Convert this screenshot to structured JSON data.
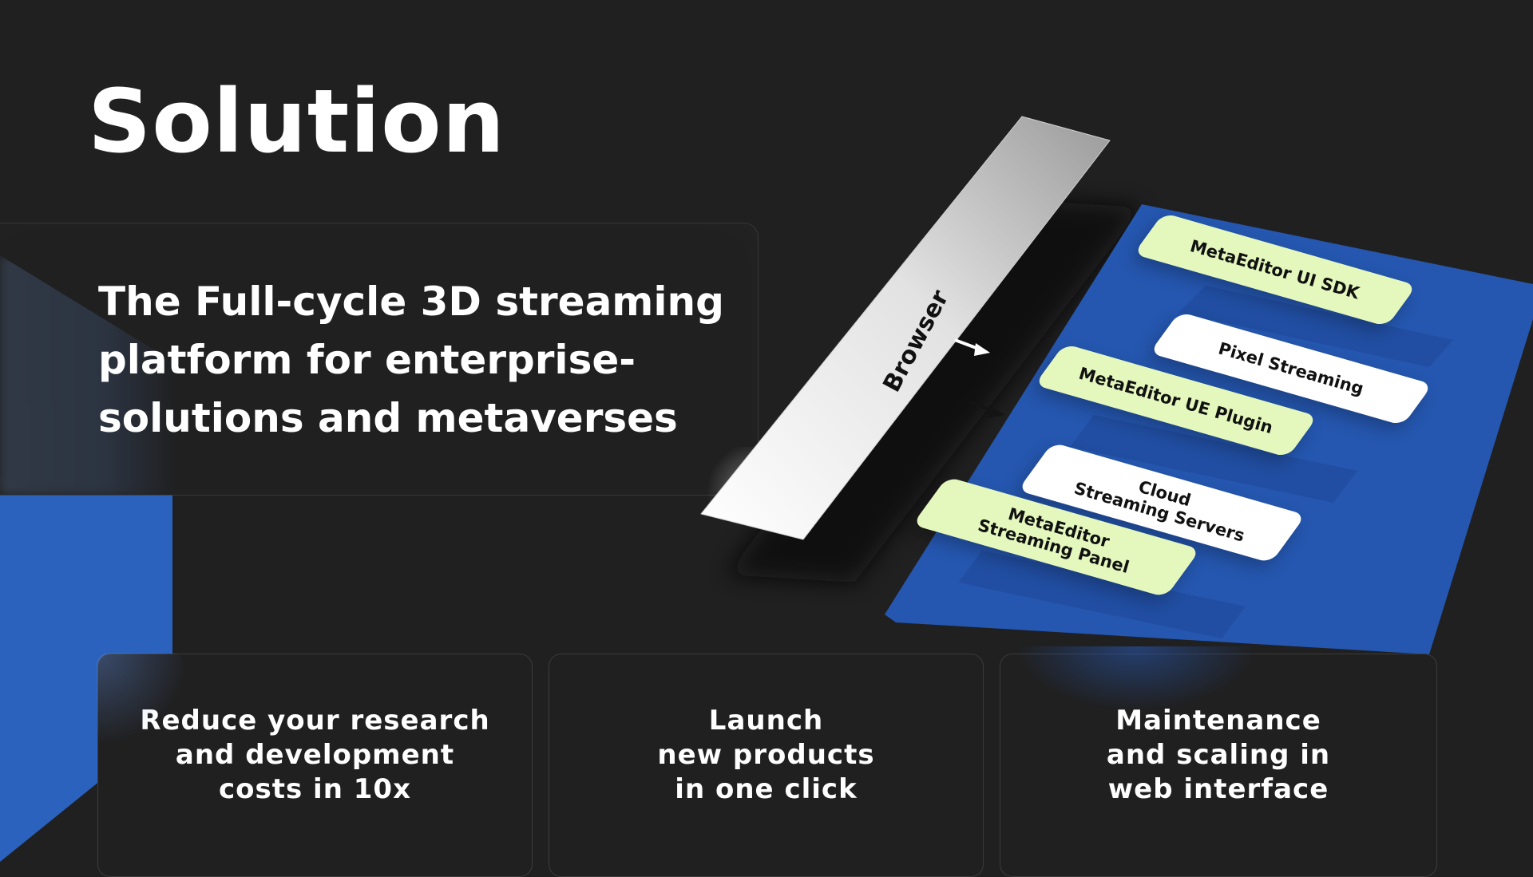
{
  "page": {
    "title": "Solution",
    "tagline": "The Full-cycle 3D streaming platform for enterprise-solutions and metaverses"
  },
  "diagram": {
    "browser_label": "Browser",
    "layers": [
      {
        "label": "MetaEditor UI SDK",
        "style": "green"
      },
      {
        "label": "Pixel Streaming",
        "style": "white"
      },
      {
        "label": "MetaEditor UE Plugin",
        "style": "green"
      },
      {
        "label": "Cloud\nStreaming Servers",
        "style": "white"
      },
      {
        "label": "MetaEditor\nStreaming Panel",
        "style": "green"
      }
    ]
  },
  "benefits": [
    {
      "text": "Reduce your research\nand development\ncosts in 10x"
    },
    {
      "text": "Launch\nnew products\nin one click"
    },
    {
      "text": "Maintenance\nand scaling in\nweb interface"
    }
  ],
  "colors": {
    "background": "#202021",
    "blue": "#2a62bd",
    "platform_blue": "#2557b0",
    "chip_green": "#e4f8be",
    "chip_white": "#ffffff",
    "text": "#ffffff"
  }
}
